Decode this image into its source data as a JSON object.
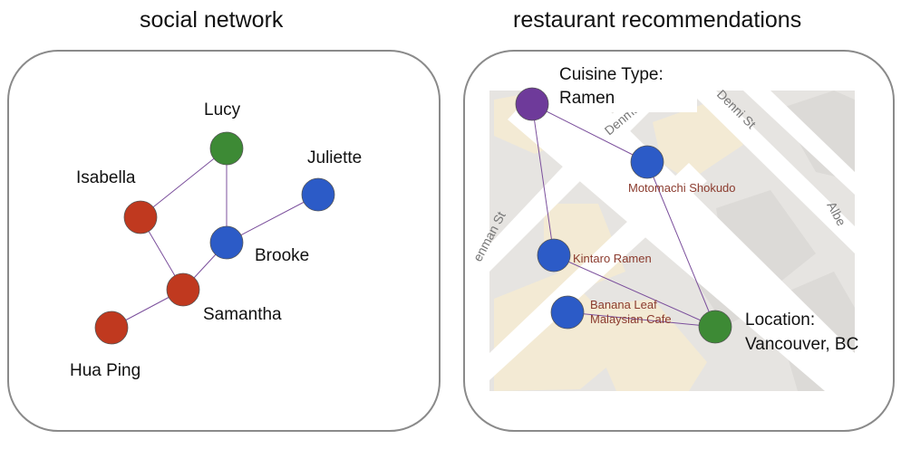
{
  "social": {
    "title": "social network",
    "people": {
      "lucy": "Lucy",
      "juliette": "Juliette",
      "isabella": "Isabella",
      "brooke": "Brooke",
      "samantha": "Samantha",
      "hua_ping": "Hua Ping"
    }
  },
  "restaurant": {
    "title": "restaurant recommendations",
    "cuisine_line1": "Cuisine Type:",
    "cuisine_line2": "Ramen",
    "location_line1": "Location:",
    "location_line2": "Vancouver, BC",
    "places": {
      "motomachi": "Motomachi Shokudo",
      "kintaro": "Kintaro Ramen",
      "banana_line1": "Banana Leaf",
      "banana_line2": "Malaysian Cafe"
    },
    "streets": {
      "denman_top": "Denman",
      "denman_left": "enman St",
      "denni": "Denni St",
      "albe": "Albe"
    }
  },
  "colors": {
    "red": "#c0391f",
    "green": "#3d8a35",
    "blue": "#2c5bc7",
    "purple": "#6e3a9a",
    "edge": "#7b4f9c"
  }
}
